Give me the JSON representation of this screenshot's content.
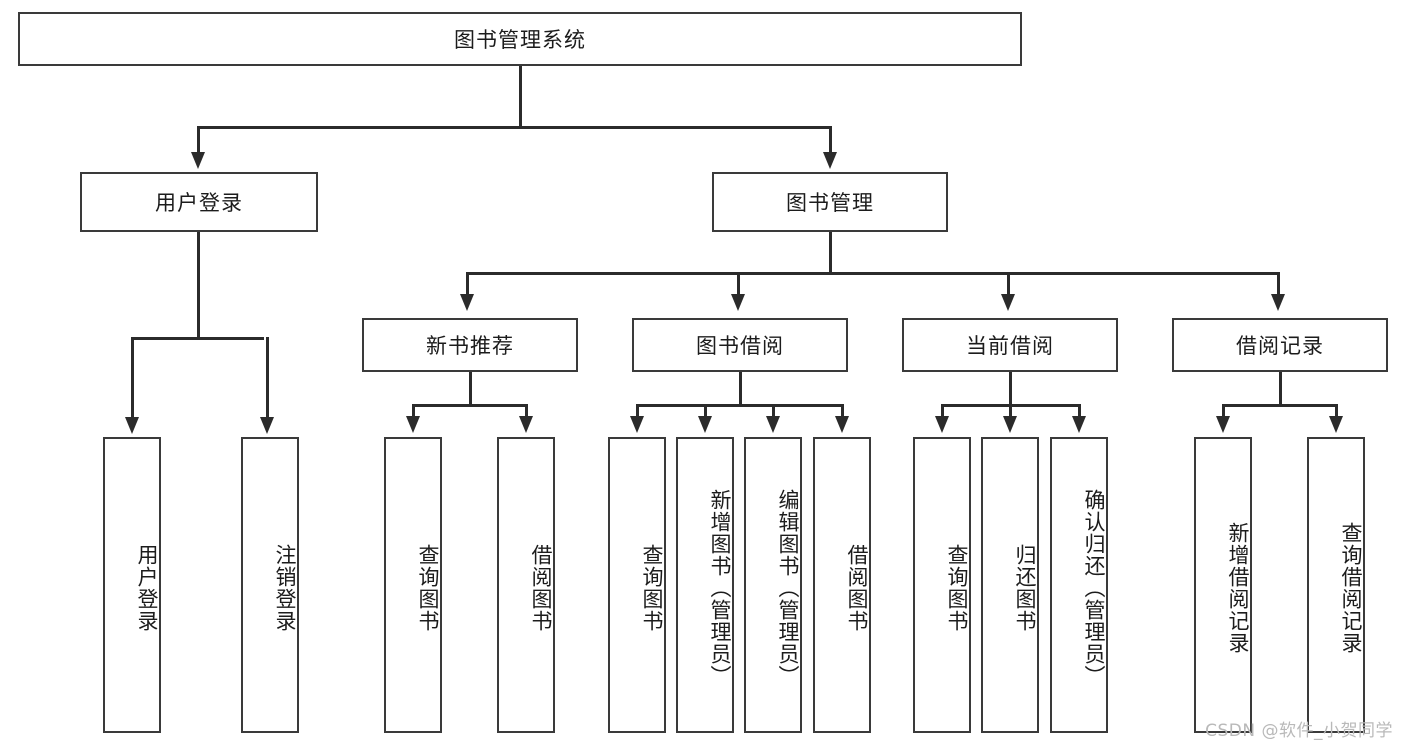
{
  "diagram": {
    "title": "图书管理系统",
    "type": "tree-hierarchy-chart",
    "root": {
      "label": "图书管理系统"
    },
    "level1": [
      {
        "label": "用户登录"
      },
      {
        "label": "图书管理"
      }
    ],
    "level2": [
      {
        "label": "新书推荐"
      },
      {
        "label": "图书借阅"
      },
      {
        "label": "当前借阅"
      },
      {
        "label": "借阅记录"
      }
    ],
    "leaves": {
      "user_login": [
        {
          "label": "用户登录"
        },
        {
          "label": "注销登录"
        }
      ],
      "new_book_recommend": [
        {
          "label": "查询图书"
        },
        {
          "label": "借阅图书"
        }
      ],
      "book_borrow": [
        {
          "label": "查询图书"
        },
        {
          "label": "新增图书（管理员）"
        },
        {
          "label": "编辑图书（管理员）"
        },
        {
          "label": "借阅图书"
        }
      ],
      "current_borrow": [
        {
          "label": "查询图书"
        },
        {
          "label": "归还图书"
        },
        {
          "label": "确认归还（管理员）"
        }
      ],
      "borrow_record": [
        {
          "label": "新增借阅记录"
        },
        {
          "label": "查询借阅记录"
        }
      ]
    }
  },
  "watermark": {
    "text": "CSDN @软件_小贺同学"
  },
  "colors": {
    "border": "#3a3a3a",
    "line": "#2b2b2b",
    "text": "#1c1c1c",
    "background": "#ffffff",
    "watermark": "#b9b9b9"
  }
}
